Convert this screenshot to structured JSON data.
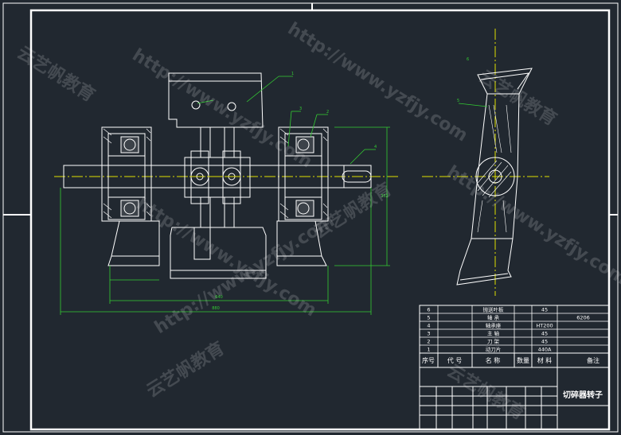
{
  "title_block": {
    "drawing_name": "切碎器转子",
    "header": {
      "index": "序号",
      "code": "代 号",
      "name": "名 称",
      "qty": "数量",
      "material": "材 料",
      "remark": "备注"
    }
  },
  "parts_list": [
    {
      "no": "6",
      "name": "抛送叶板",
      "material": "45",
      "remark": ""
    },
    {
      "no": "5",
      "name": "轴 承",
      "material": "",
      "remark": "6206"
    },
    {
      "no": "4",
      "name": "轴承座",
      "material": "HT200",
      "remark": ""
    },
    {
      "no": "3",
      "name": "主 轴",
      "material": "45",
      "remark": ""
    },
    {
      "no": "2",
      "name": "刀 架",
      "material": "45",
      "remark": ""
    },
    {
      "no": "1",
      "name": "动刀片",
      "material": "440A",
      "remark": ""
    }
  ],
  "dimension_labels": {
    "overall_width": "880",
    "frame_width": "640",
    "height_right": "352",
    "leader_1": "1",
    "leader_2": "2",
    "leader_3": "3",
    "leader_4": "4",
    "leader_5": "5",
    "leader_6": "6"
  },
  "watermark": {
    "url": "http://www.yzfjy.com",
    "brand": "云艺帆教育"
  },
  "colors": {
    "background": "#212830",
    "lines": "#ffffff",
    "dimension": "#33cc33",
    "centerline": "#e0e000"
  }
}
